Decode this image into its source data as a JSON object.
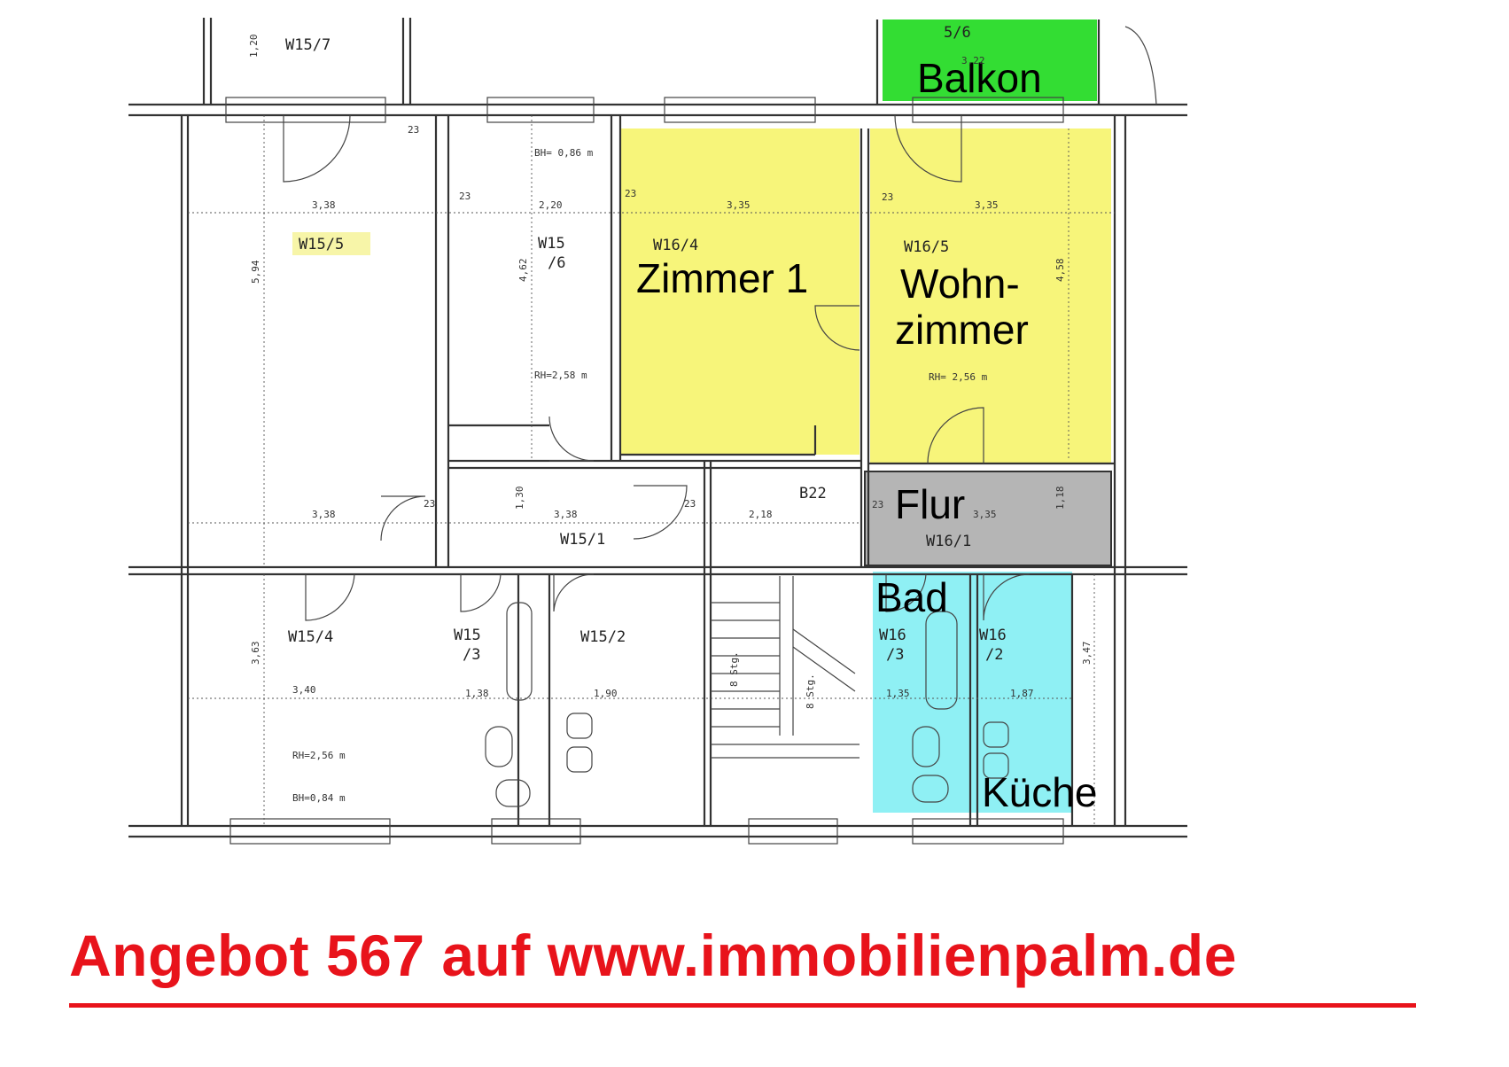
{
  "rooms_highlighted": {
    "balkon": {
      "label": "Balkon",
      "code": "5/6",
      "color": "#33dd33"
    },
    "zimmer1": {
      "label": "Zimmer 1",
      "code": "W16/4",
      "color": "#f7f57a"
    },
    "wohnzimmer": {
      "label_line1": "Wohn-",
      "label_line2": "zimmer",
      "code": "W16/5",
      "color": "#f7f57a"
    },
    "flur": {
      "label": "Flur",
      "code": "W16/1",
      "color": "#b5b5b5"
    },
    "bad": {
      "label": "Bad",
      "code_line1": "W16",
      "code_line2": "/3",
      "color": "#8ff0f4"
    },
    "kueche": {
      "label": "Küche",
      "code_line1": "W16",
      "code_line2": "/2",
      "color": "#8ff0f4"
    }
  },
  "rooms_other": {
    "w15_7": "W15/7",
    "w15_5": "W15/5",
    "w15_6_line1": "W15",
    "w15_6_line2": "/6",
    "w15_1": "W15/1",
    "b22": "B22",
    "w15_4": "W15/4",
    "w15_3_line1": "W15",
    "w15_3_line2": "/3",
    "w15_2": "W15/2"
  },
  "annotations": {
    "bh_top": "BH= 0,86 m",
    "rh_w15_6": "RH=2,58 m",
    "rh_w16_5": "RH= 2,56 m",
    "rh_w15_4": "RH=2,56 m",
    "bh_bottom": "BH=0,84 m",
    "stair_1": "8 Stg.",
    "stair_2": "8 Stg."
  },
  "dimensions": {
    "d_120": "1,20",
    "d_322": "3,22",
    "d_338a": "3,38",
    "d_220": "2,20",
    "d_335a": "3,35",
    "d_335b": "3,35",
    "d_594": "5,94",
    "d_462": "4,62",
    "d_458": "4,58",
    "d_338b": "3,38",
    "d_130": "1,30",
    "d_338c": "3,38",
    "d_218": "2,18",
    "d_335c": "3,35",
    "d_118": "1,18",
    "d_363": "3,63",
    "d_340": "3,40",
    "d_138": "1,38",
    "d_190": "1,90",
    "d_135": "1,35",
    "d_187": "1,87",
    "d_347": "3,47",
    "w23a": "23",
    "w23b": "23",
    "w23c": "23",
    "w23d": "23",
    "w23e": "23",
    "w23f": "23",
    "w23g": "23"
  },
  "offer": {
    "text": "Angebot 567 auf www.immobilienpalm.de",
    "color": "#e8131b"
  }
}
